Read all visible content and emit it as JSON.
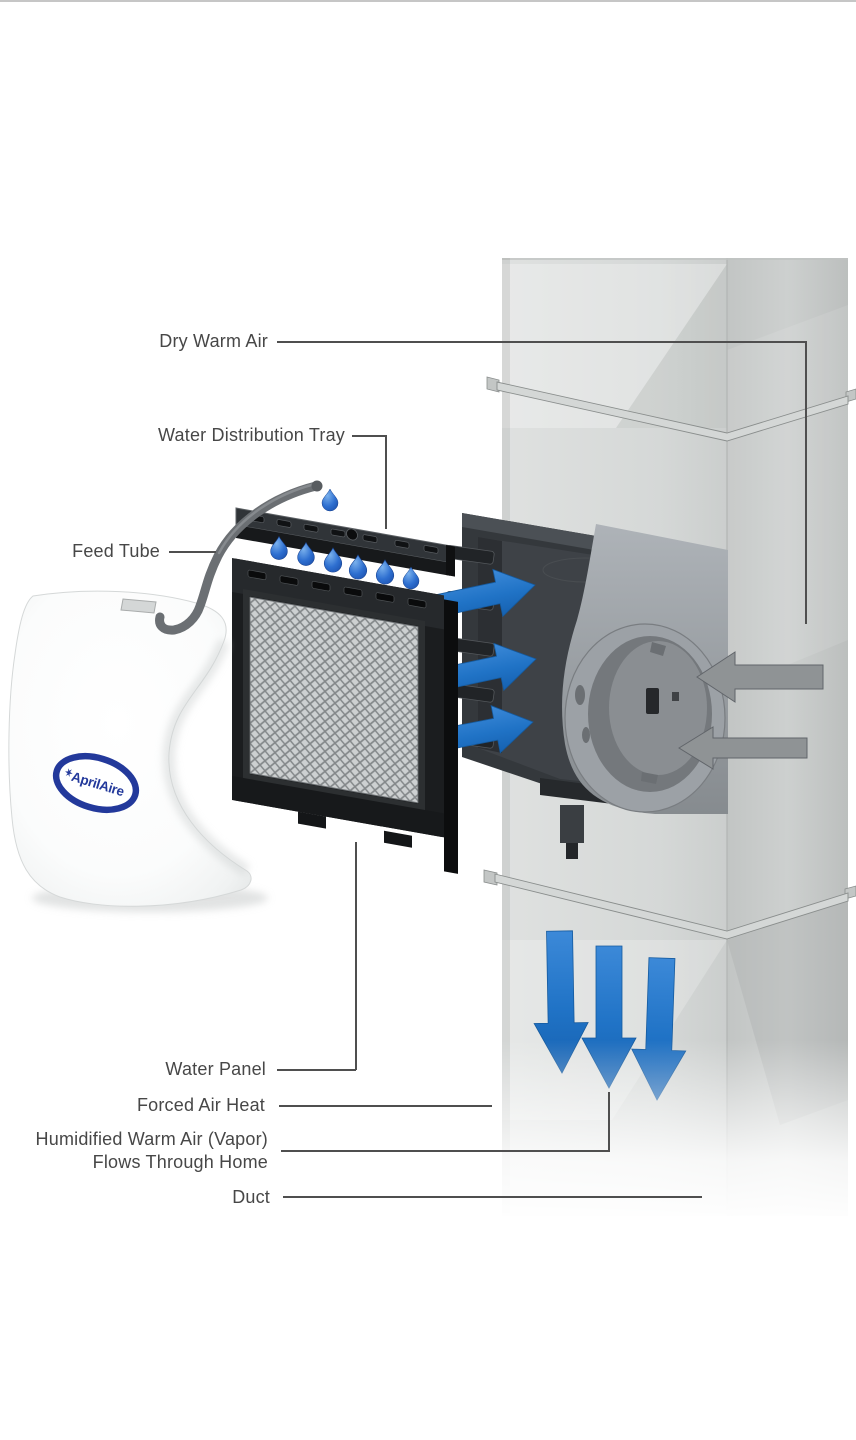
{
  "diagram": {
    "labels": {
      "dry_warm_air": "Dry Warm Air",
      "water_distribution_tray": "Water Distribution Tray",
      "feed_tube": "Feed Tube",
      "water_panel": "Water Panel",
      "forced_air_heat": "Forced Air Heat",
      "humidified_warm_air_line1": "Humidified Warm Air (Vapor)",
      "humidified_warm_air_line2": "Flows Through Home",
      "duct": "Duct"
    },
    "brand": {
      "logo_text": "AprilAire",
      "logo_color": "#23399b"
    },
    "colors": {
      "label_text": "#474747",
      "leader_line": "#4f4f4f",
      "flow_blue": "#1f76c8",
      "return_gray": "#8f9395",
      "duct_gray": "#d6d8d7"
    },
    "icons": {
      "supply_air_arrows": "blue-right-arrow x3",
      "return_air_arrows": "gray-left-arrow x2",
      "downflow_arrows": "blue-down-arrow x3",
      "water_droplets": "blue-droplet x7"
    }
  }
}
